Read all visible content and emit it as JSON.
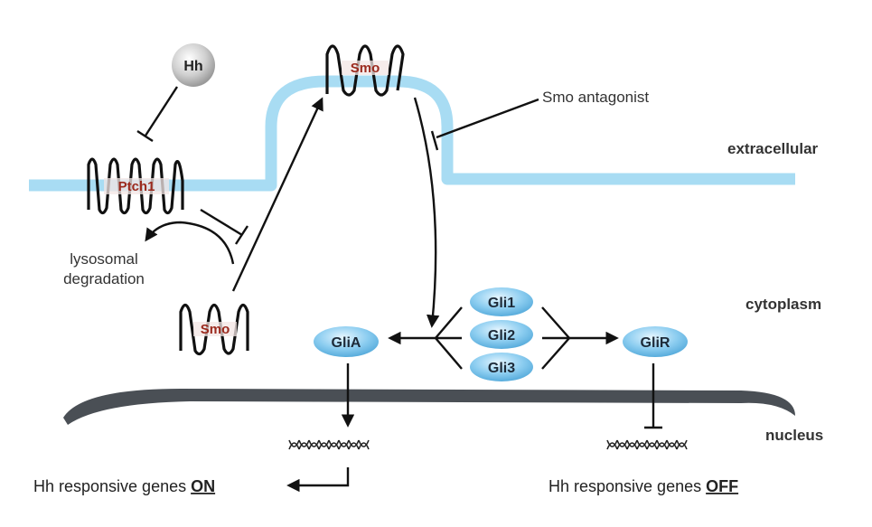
{
  "title": "Hedgehog signaling pathway",
  "regions": {
    "extracellular": "extracellular",
    "cytoplasm": "cytoplasm",
    "nucleus": "nucleus"
  },
  "ligand": {
    "label": "Hh"
  },
  "receptor": {
    "label": "Ptch1"
  },
  "smo_membrane": {
    "label": "Smo"
  },
  "smo_cytoplasmic": {
    "label": "Smo"
  },
  "lysosomal": {
    "line1": "lysosomal",
    "line2": "degradation"
  },
  "antagonist": {
    "label": "Smo antagonist"
  },
  "gli_proteins": [
    {
      "label": "Gli1"
    },
    {
      "label": "Gli2"
    },
    {
      "label": "Gli3"
    }
  ],
  "gli_active": {
    "label": "GliA"
  },
  "gli_repressor": {
    "label": "GliR"
  },
  "genes_on": {
    "text": "Hh responsive genes ",
    "state": "ON"
  },
  "genes_off": {
    "text": "Hh responsive genes ",
    "state": "OFF"
  },
  "colors": {
    "membrane": "#a8dcf3",
    "nuclear_envelope": "#4a4f55",
    "gli_fill": "#8ccdf0",
    "hh_fill": "#c8c8c8",
    "protein_label": "#9b2a1e"
  }
}
